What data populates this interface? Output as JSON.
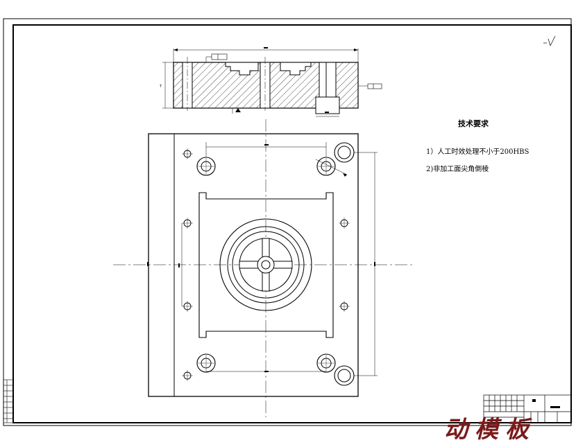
{
  "drawing": {
    "title_block_text": "动模板",
    "tech_requirements": {
      "title": "技术要求",
      "items": [
        "1）人工时效处理不小于200HBS",
        "2)非加工面尖角倒棱"
      ]
    }
  },
  "colors": {
    "line": "#000000",
    "stamp": "#7a1a1a",
    "background": "#ffffff"
  }
}
